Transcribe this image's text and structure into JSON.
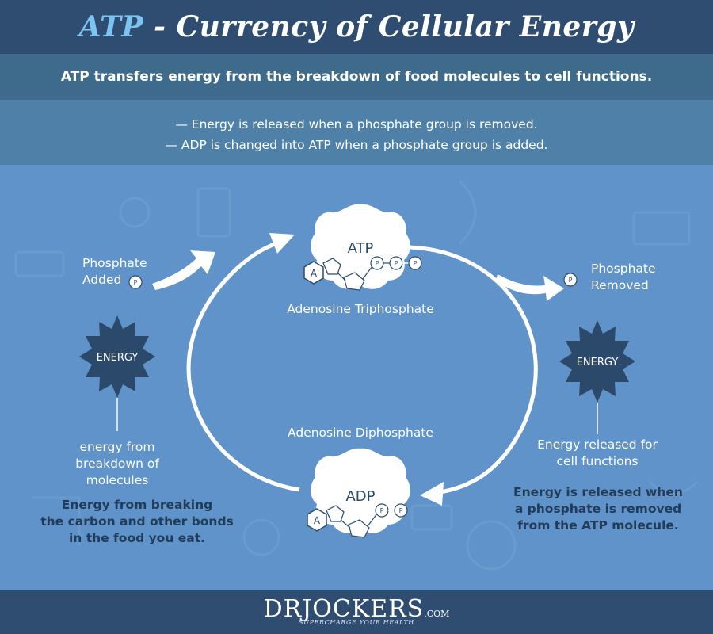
{
  "header": {
    "title_atp": "ATP",
    "title_rest": " - Currency of Cellular Energy"
  },
  "intro": "ATP transfers energy from the breakdown of food molecules to cell functions.",
  "bullets": [
    "— Energy is released when a phosphate group is removed.",
    "— ADP is changed into ATP when a phosphate group is added."
  ],
  "atp": {
    "label": "ATP",
    "caption": "Adenosine Triphosphate",
    "adenine": "A",
    "phosphate": "P"
  },
  "adp": {
    "label": "ADP",
    "caption": "Adenosine Diphosphate",
    "adenine": "A",
    "phosphate": "P"
  },
  "left": {
    "phosphate_added_1": "Phosphate",
    "phosphate_added_2": "Added",
    "phosphate": "P",
    "energy": "ENERGY",
    "source_1": "energy from",
    "source_2": "breakdown of",
    "source_3": "molecules",
    "note_1": "Energy from breaking",
    "note_2": "the carbon and other bonds",
    "note_3": "in the food you eat."
  },
  "right": {
    "phosphate_removed_1": "Phosphate",
    "phosphate_removed_2": "Removed",
    "phosphate": "P",
    "energy": "ENERGY",
    "release_1": "Energy released for",
    "release_2": "cell functions",
    "note_1": "Energy is released when",
    "note_2": "a phosphate is removed",
    "note_3": "from the ATP molecule."
  },
  "footer": {
    "logo_dr": "DR",
    "logo_name": "JOCKERS",
    "logo_com": ".COM",
    "tagline": "SUPERCHARGE YOUR HEALTH"
  },
  "colors": {
    "header_bg": "#2f4d70",
    "accent_title": "#7cc4f2",
    "main_bg": "#5f93c9",
    "starburst": "#2b4a6b"
  }
}
